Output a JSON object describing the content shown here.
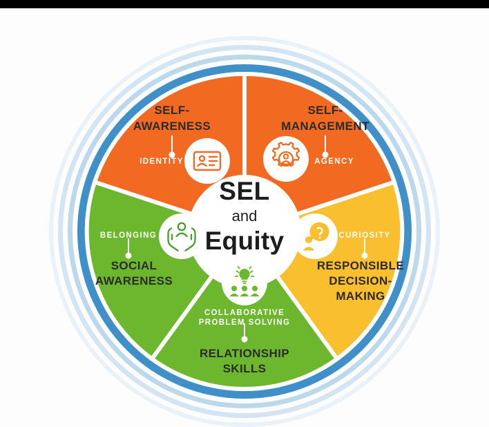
{
  "diagram": {
    "title_center": {
      "line1": "SEL",
      "line2": "and",
      "line3": "Equity"
    },
    "background_color": "#fdfdfd",
    "center_circle_color": "#ffffff",
    "rings": [
      {
        "name": "inner-ring",
        "color": "#3f90c8"
      },
      {
        "name": "middle-ring",
        "color": "#a8cde6"
      },
      {
        "name": "outer-ring",
        "color": "#d3e5f2"
      },
      {
        "name": "outermost-ring",
        "color": "#eaf2f9"
      }
    ],
    "segments": [
      {
        "id": "self-awareness",
        "title": "SELF-\nAWARENESS",
        "title_line1": "SELF-",
        "title_line2": "AWARENESS",
        "sub_label": "IDENTITY",
        "color": "#f26a21",
        "icon": "id-card-icon"
      },
      {
        "id": "self-management",
        "title": "SELF-\nMANAGEMENT",
        "title_line1": "SELF-",
        "title_line2": "MANAGEMENT",
        "sub_label": "AGENCY",
        "color": "#f26a21",
        "icon": "gear-person-icon"
      },
      {
        "id": "responsible-decision-making",
        "title": "RESPONSIBLE DECISION-MAKING",
        "title_line1": "RESPONSIBLE",
        "title_line2": "DECISION-",
        "title_line3": "MAKING",
        "sub_label": "CURIOSITY",
        "color": "#f9bf2e",
        "icon": "person-question-bubble-icon"
      },
      {
        "id": "relationship-skills",
        "title": "RELATIONSHIP SKILLS",
        "title_line1": "RELATIONSHIP",
        "title_line2": "SKILLS",
        "sub_label_line1": "COLLABORATIVE",
        "sub_label_line2": "PROBLEM SOLVING",
        "color": "#6cb72e",
        "icon": "lightbulb-group-icon"
      },
      {
        "id": "social-awareness",
        "title": "SOCIAL AWARENESS",
        "title_line1": "SOCIAL",
        "title_line2": "AWARENESS",
        "sub_label": "BELONGING",
        "color": "#6cb72e",
        "icon": "hands-person-icon"
      }
    ]
  }
}
